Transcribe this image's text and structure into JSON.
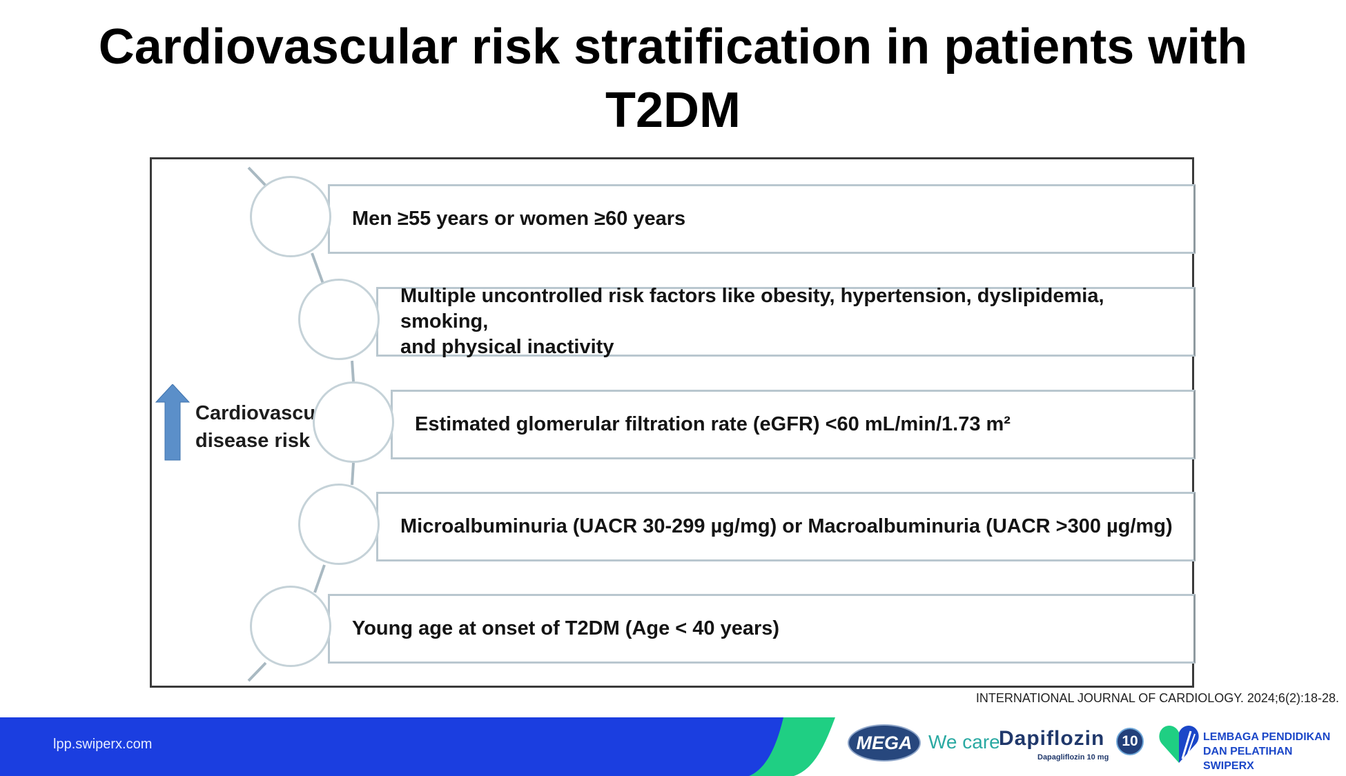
{
  "title_line1": "Cardiovascular risk stratification in patients with",
  "title_line2": "T2DM",
  "diagram": {
    "risk_label_line1": "Cardiovascular",
    "risk_label_line2": "disease risk",
    "items": [
      {
        "text": "Men ≥55 years or women ≥60 years"
      },
      {
        "text_line1": "Multiple uncontrolled risk factors like  obesity, hypertension, dyslipidemia, smoking,",
        "text_line2": "and physical inactivity"
      },
      {
        "text": "Estimated glomerular filtration rate (eGFR) <60 mL/min/1.73 m²"
      },
      {
        "text": "Microalbuminuria (UACR 30-299 µg/mg) or Macroalbuminuria (UACR >300 µg/mg)"
      },
      {
        "text": "Young age at onset of T2DM (Age < 40 years)"
      }
    ]
  },
  "citation": "INTERNATIONAL JOURNAL OF CARDIOLOGY. 2024;6(2):18-28.",
  "footer": {
    "url": "lpp.swiperx.com",
    "mega": "MEGA",
    "we_care": "We care",
    "brand": "Dapiflozin",
    "brand_sub": "Dapagliflozin 10 mg",
    "badge": "10",
    "lpp_line1": "LEMBAGA PENDIDIKAN",
    "lpp_line2": "DAN PELATIHAN SWIPERX"
  },
  "colors": {
    "footer_blue": "#1b3ee0",
    "footer_green": "#1fcf83",
    "arrow_blue": "#5b8fc9"
  }
}
